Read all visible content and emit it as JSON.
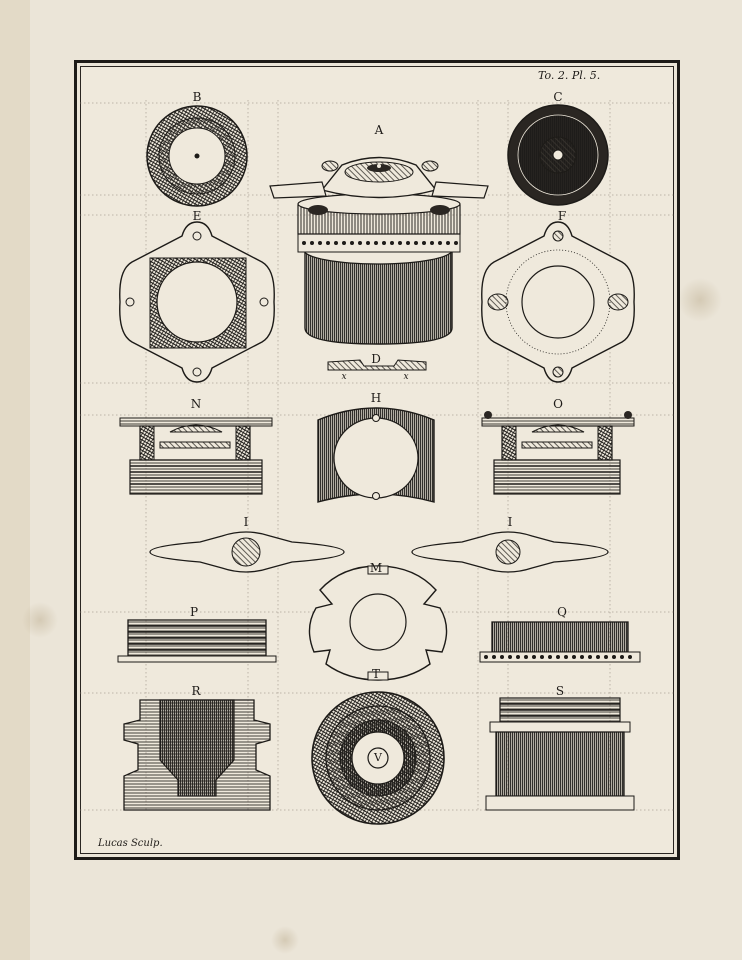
{
  "plate": {
    "volume_plate_ref": "To. 2. Pl. 5.",
    "engraver": "Lucas Sculp."
  },
  "figure_labels": {
    "A": "A",
    "B": "B",
    "C": "C",
    "D": "D",
    "E": "E",
    "F": "F",
    "H": "H",
    "I_left": "I",
    "I_right": "I",
    "M": "M",
    "N": "N",
    "O": "O",
    "P": "P",
    "Q": "Q",
    "R": "R",
    "S": "S",
    "T": "T",
    "V": "V",
    "x_left": "x",
    "x_right": "x"
  },
  "colors": {
    "paper": "#ebe5d8",
    "ink": "#1d1b18",
    "hatch": "#3a3530"
  }
}
